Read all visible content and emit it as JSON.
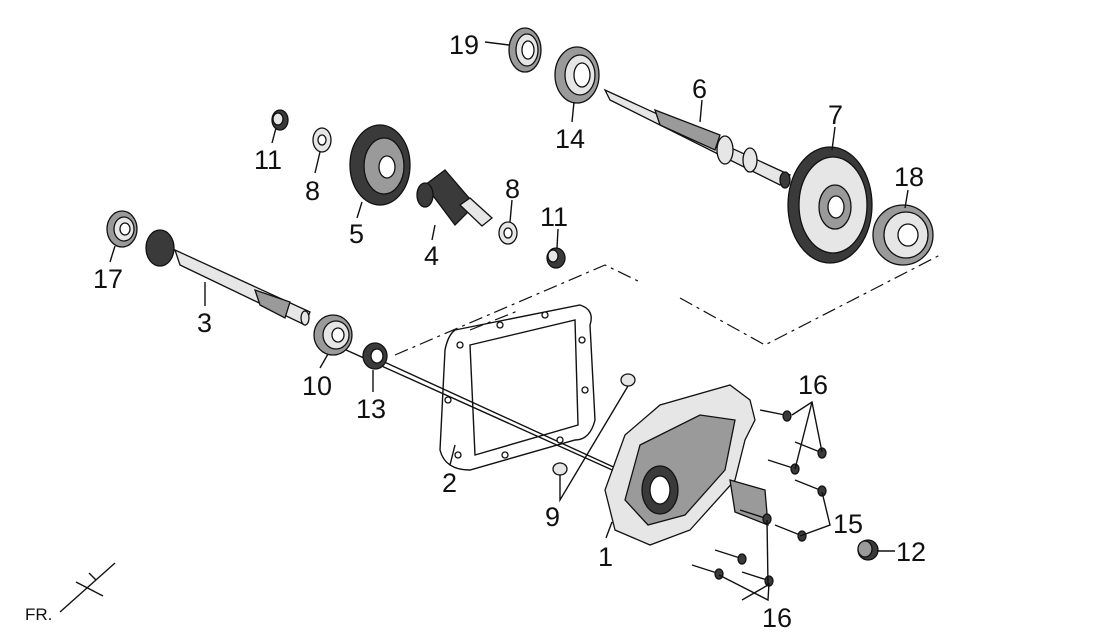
{
  "labels": {
    "p1": "1",
    "p2": "2",
    "p3": "3",
    "p4": "4",
    "p5": "5",
    "p6": "6",
    "p7": "7",
    "p8a": "8",
    "p8b": "8",
    "p9": "9",
    "p10": "10",
    "p11a": "11",
    "p11b": "11",
    "p12": "12",
    "p13": "13",
    "p14": "14",
    "p15": "15",
    "p16a": "16",
    "p16b": "16",
    "p17": "17",
    "p18": "18",
    "p19": "19"
  },
  "orientation": {
    "text": "FR."
  }
}
